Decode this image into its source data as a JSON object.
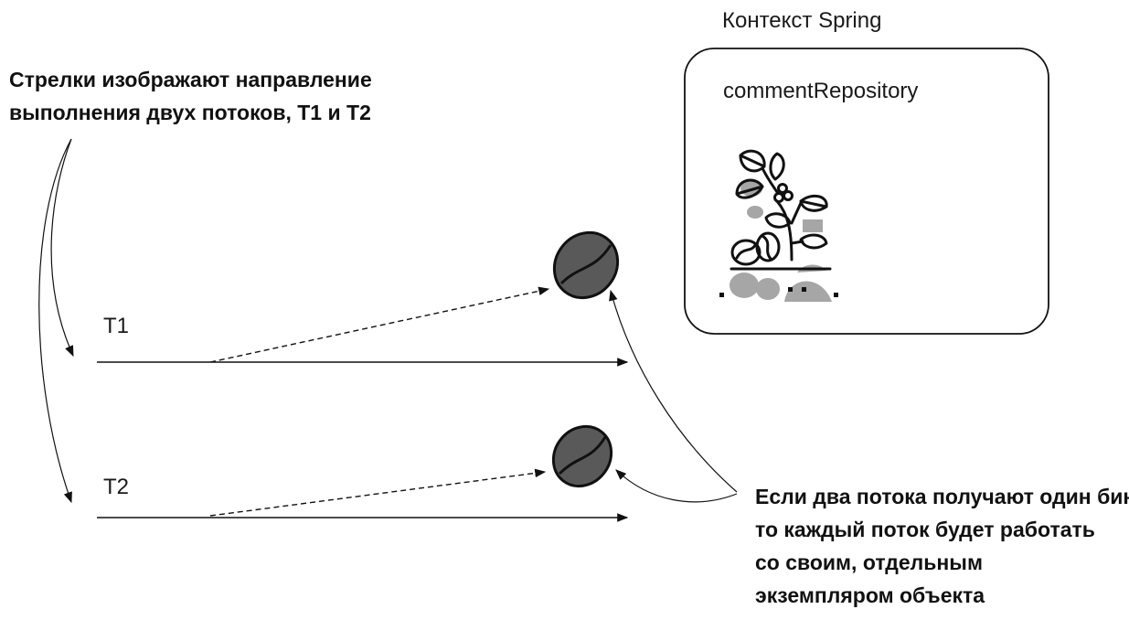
{
  "context": {
    "title": "Контекст Spring",
    "bean_name": "commentRepository"
  },
  "annotations": {
    "threads_note": [
      "Стрелки изображают направление",
      "выполнения двух потоков, T1 и T2"
    ],
    "bean_note": [
      "Если два потока получают один бин,",
      "то каждый поток будет работать",
      "со своим, отдельным",
      "экземпляром объекта"
    ]
  },
  "threads": [
    {
      "label": "T1"
    },
    {
      "label": "T2"
    }
  ],
  "icons": {
    "bean": "coffee-bean-icon",
    "plant": "coffee-plant-icon"
  },
  "colors": {
    "stroke": "#111111",
    "bean_fill": "#595959",
    "ghost_gray": "#a6a6a6"
  }
}
